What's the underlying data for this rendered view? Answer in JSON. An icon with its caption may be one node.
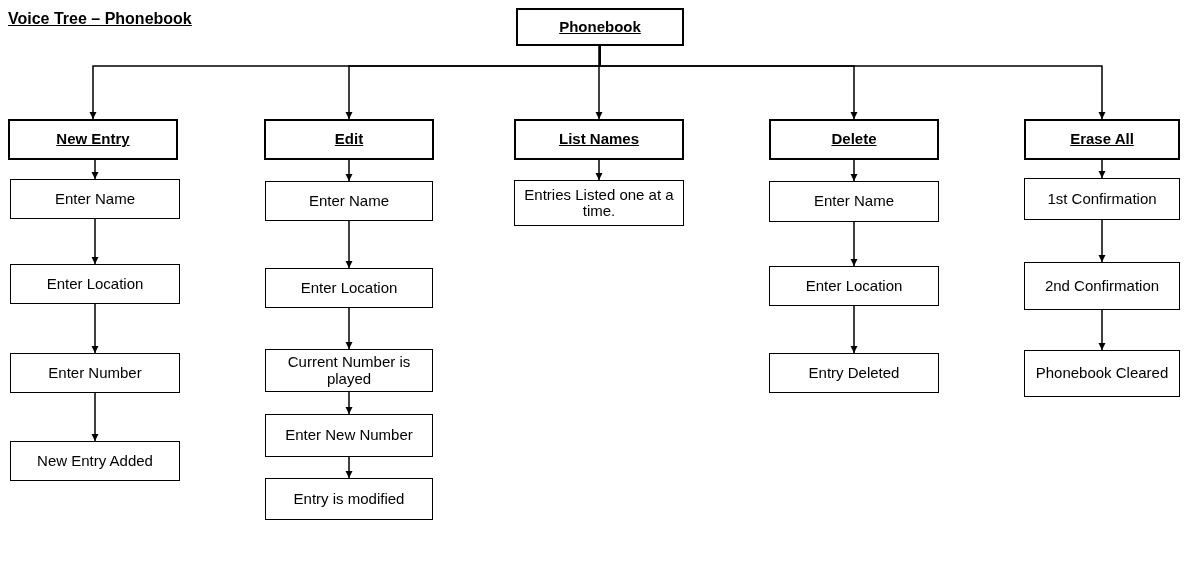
{
  "diagram": {
    "title": "Voice Tree – Phonebook",
    "nodes": [
      {
        "text": [
          "Phonebook"
        ]
      },
      {
        "text": [
          "New Entry"
        ]
      },
      {
        "text": [
          "Enter Name"
        ]
      },
      {
        "text": [
          "Enter Location"
        ]
      },
      {
        "text": [
          "Enter Number"
        ]
      },
      {
        "text": [
          "New Entry Added"
        ]
      },
      {
        "text": [
          "Edit"
        ]
      },
      {
        "text": [
          "Enter Name"
        ]
      },
      {
        "text": [
          "Enter Location"
        ]
      },
      {
        "text": [
          "Current Number is played"
        ]
      },
      {
        "text": [
          "Enter New Number"
        ]
      },
      {
        "text": [
          "Entry is modified"
        ]
      },
      {
        "text": [
          "List Names"
        ]
      },
      {
        "text": [
          "Entries Listed one at a time."
        ]
      },
      {
        "text": [
          "Delete"
        ]
      },
      {
        "text": [
          "Enter Name"
        ]
      },
      {
        "text": [
          "Enter Location"
        ]
      },
      {
        "text": [
          "Entry Deleted"
        ]
      },
      {
        "text": [
          "Erase All"
        ]
      },
      {
        "text": [
          "1st Confirmation"
        ]
      },
      {
        "text": [
          "2nd Confirmation"
        ]
      },
      {
        "text": [
          "Phonebook Cleared"
        ]
      }
    ],
    "edges": [
      {
        "from": 0,
        "to": 1,
        "arrow": "to"
      },
      {
        "from": 0,
        "to": 6,
        "arrow": "to"
      },
      {
        "from": 0,
        "to": 12,
        "arrow": "to"
      },
      {
        "from": 0,
        "to": 14,
        "arrow": "to"
      },
      {
        "from": 0,
        "to": 18,
        "arrow": "to"
      },
      {
        "from": 1,
        "to": 2,
        "arrow": "to"
      },
      {
        "from": 2,
        "to": 3,
        "arrow": "to"
      },
      {
        "from": 3,
        "to": 4,
        "arrow": "to"
      },
      {
        "from": 4,
        "to": 5,
        "arrow": "to"
      },
      {
        "from": 6,
        "to": 7,
        "arrow": "to"
      },
      {
        "from": 7,
        "to": 8,
        "arrow": "to"
      },
      {
        "from": 8,
        "to": 9,
        "arrow": "to"
      },
      {
        "from": 9,
        "to": 10,
        "arrow": "to"
      },
      {
        "from": 10,
        "to": 11,
        "arrow": "to"
      },
      {
        "from": 12,
        "to": 13,
        "arrow": "to"
      },
      {
        "from": 14,
        "to": 15,
        "arrow": "to"
      },
      {
        "from": 15,
        "to": 16,
        "arrow": "to"
      },
      {
        "from": 16,
        "to": 17,
        "arrow": "to"
      },
      {
        "from": 18,
        "to": 19,
        "arrow": "to"
      },
      {
        "from": 19,
        "to": 20,
        "arrow": "to"
      },
      {
        "from": 20,
        "to": 21,
        "arrow": "to"
      }
    ]
  }
}
